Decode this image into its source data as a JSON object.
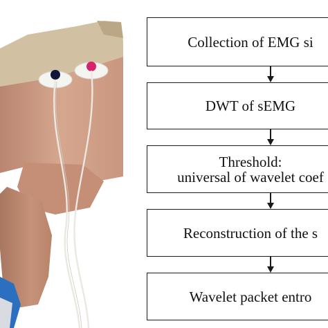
{
  "photo": {
    "subject": "leg-with-semg-electrodes",
    "colors": {
      "skin": "#cf9f86",
      "shorts": "#d2c0a2",
      "wire": "#e9e6df",
      "electrode_dark": "#12163a",
      "electrode_pink": "#d8236a",
      "shoe": "#2d6fbf"
    }
  },
  "flowchart": {
    "steps": [
      {
        "line1": "Collection of EMG si",
        "line2": ""
      },
      {
        "line1": "DWT of sEMG",
        "line2": ""
      },
      {
        "line1": "Threshold:",
        "line2": "universal of wavelet coef"
      },
      {
        "line1": "Reconstruction of the s",
        "line2": ""
      },
      {
        "line1": "Wavelet packet entro",
        "line2": ""
      }
    ]
  }
}
